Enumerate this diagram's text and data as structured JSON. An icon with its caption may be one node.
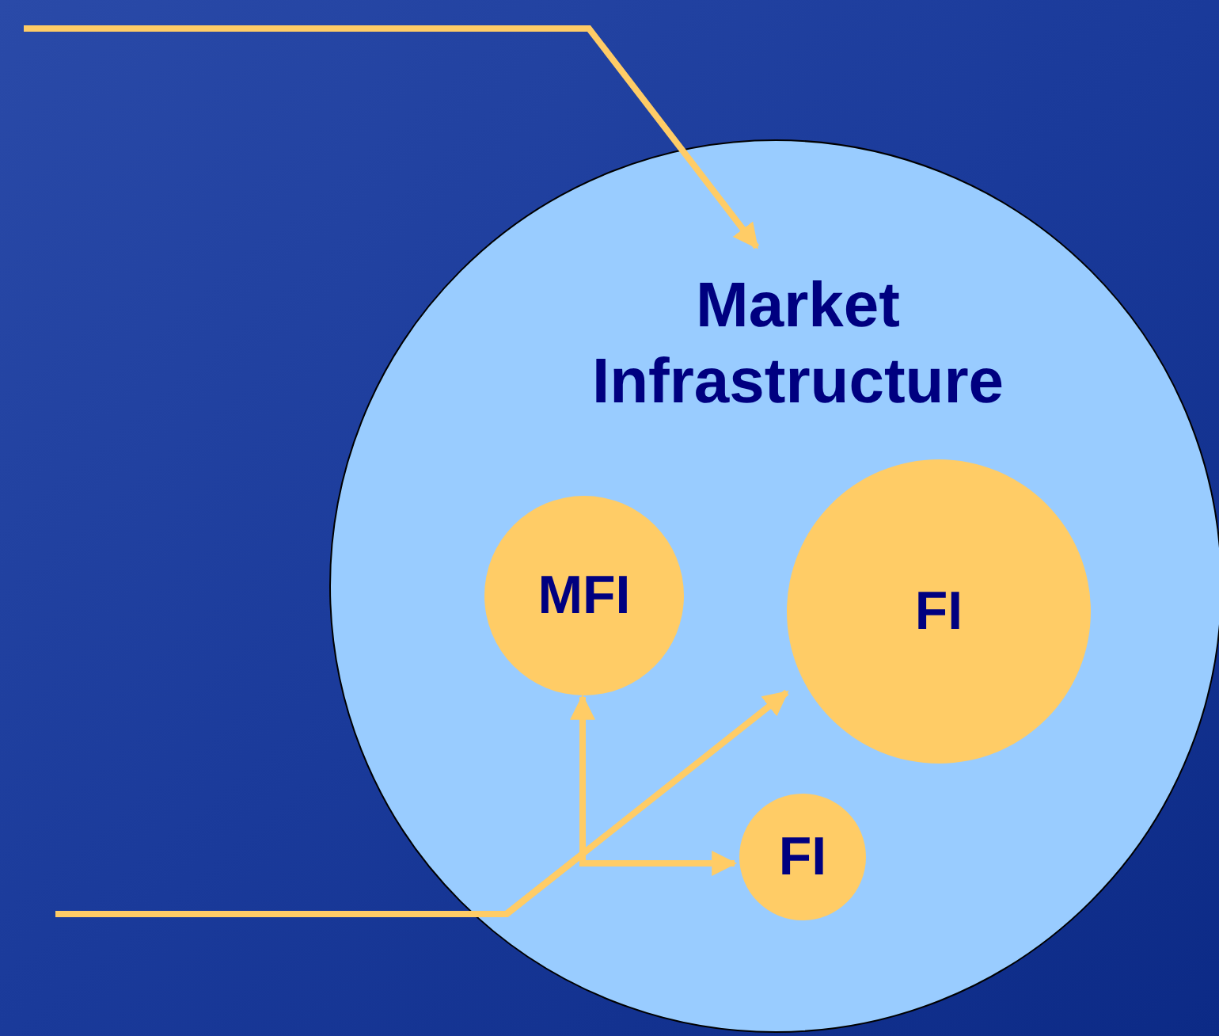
{
  "diagram": {
    "nodes": [
      {
        "text": [
          "Market Infrastructure"
        ]
      },
      {
        "text": [
          "MFI"
        ],
        "in": 0
      },
      {
        "text": [
          "FI"
        ],
        "in": 0
      },
      {
        "text": [
          "FI"
        ],
        "in": 0
      }
    ],
    "edges": [
      {
        "from": null,
        "to": 0,
        "arrow": "to"
      },
      {
        "from": null,
        "to": 2,
        "arrow": "to"
      },
      {
        "from": null,
        "to": 1,
        "arrow": "to"
      },
      {
        "from": null,
        "to": 3,
        "arrow": "to"
      }
    ]
  }
}
